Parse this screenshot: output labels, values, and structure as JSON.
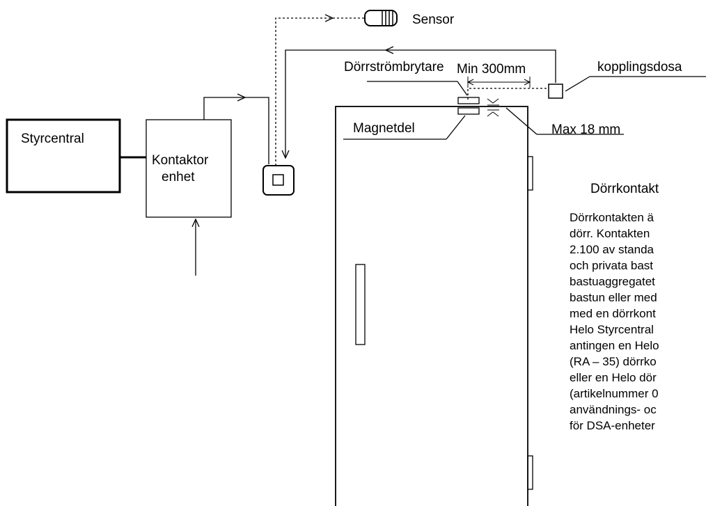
{
  "labels": {
    "sensor": "Sensor",
    "door_switch": "Dörrströmbrytare",
    "min_distance": "Min 300mm",
    "junction_box": "kopplingsdosa",
    "magnet_part": "Magnetdel",
    "max_gap": "Max 18 mm",
    "control_unit": "Styrcentral",
    "contactor_line1": "Kontaktor",
    "contactor_line2": "enhet"
  },
  "info": {
    "heading": "Dörrkontakt",
    "lines": [
      "Dörrkontakten ä",
      "dörr. Kontakten",
      "2.100 av standa",
      "och privata bast",
      "bastuaggregatet",
      "bastun eller med",
      "med en dörrkont",
      "Helo Styrcentral",
      "antingen en Helo",
      "(RA – 35) dörrko",
      "eller en Helo dör",
      "(artikelnummer 0",
      "användnings- oc",
      "för DSA-enheter"
    ]
  },
  "colors": {
    "stroke": "#000000",
    "background": "#ffffff"
  }
}
